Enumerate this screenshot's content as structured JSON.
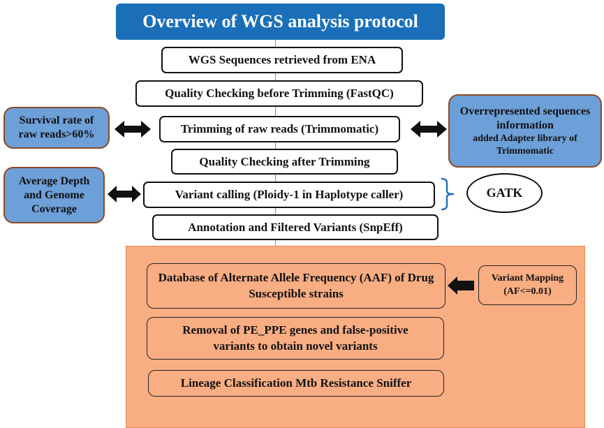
{
  "title": "Overview of WGS analysis protocol",
  "steps": [
    "WGS Sequences retrieved from ENA",
    "Quality Checking before Trimming (FastQC)",
    "Trimming of raw reads (Trimmomatic)",
    "Quality Checking after Trimming",
    "Variant calling (Ploidy-1 in Haplotype caller)",
    "Annotation and Filtered Variants (SnpEff)"
  ],
  "side": {
    "survival": "Survival rate of raw reads>60%",
    "overrep": "Overrepresented sequences information",
    "overrep2": "added Adapter library of Trimmomatic",
    "depth": "Average Depth and Genome Coverage",
    "gatk": "GATK"
  },
  "panel": {
    "aaf": "Database of Alternate Allele Frequency (AAF) of Drug Susceptible strains",
    "removal": "Removal of PE_PPE genes and false-positive variants to obtain novel variants",
    "lineage": "Lineage Classification Mtb Resistance Sniffer",
    "mapping": "Variant Mapping (AF<=0.01)"
  },
  "colors": {
    "title": "#1a6fb8",
    "blue": "#6d9fd8",
    "orange": "#f9ad83"
  }
}
